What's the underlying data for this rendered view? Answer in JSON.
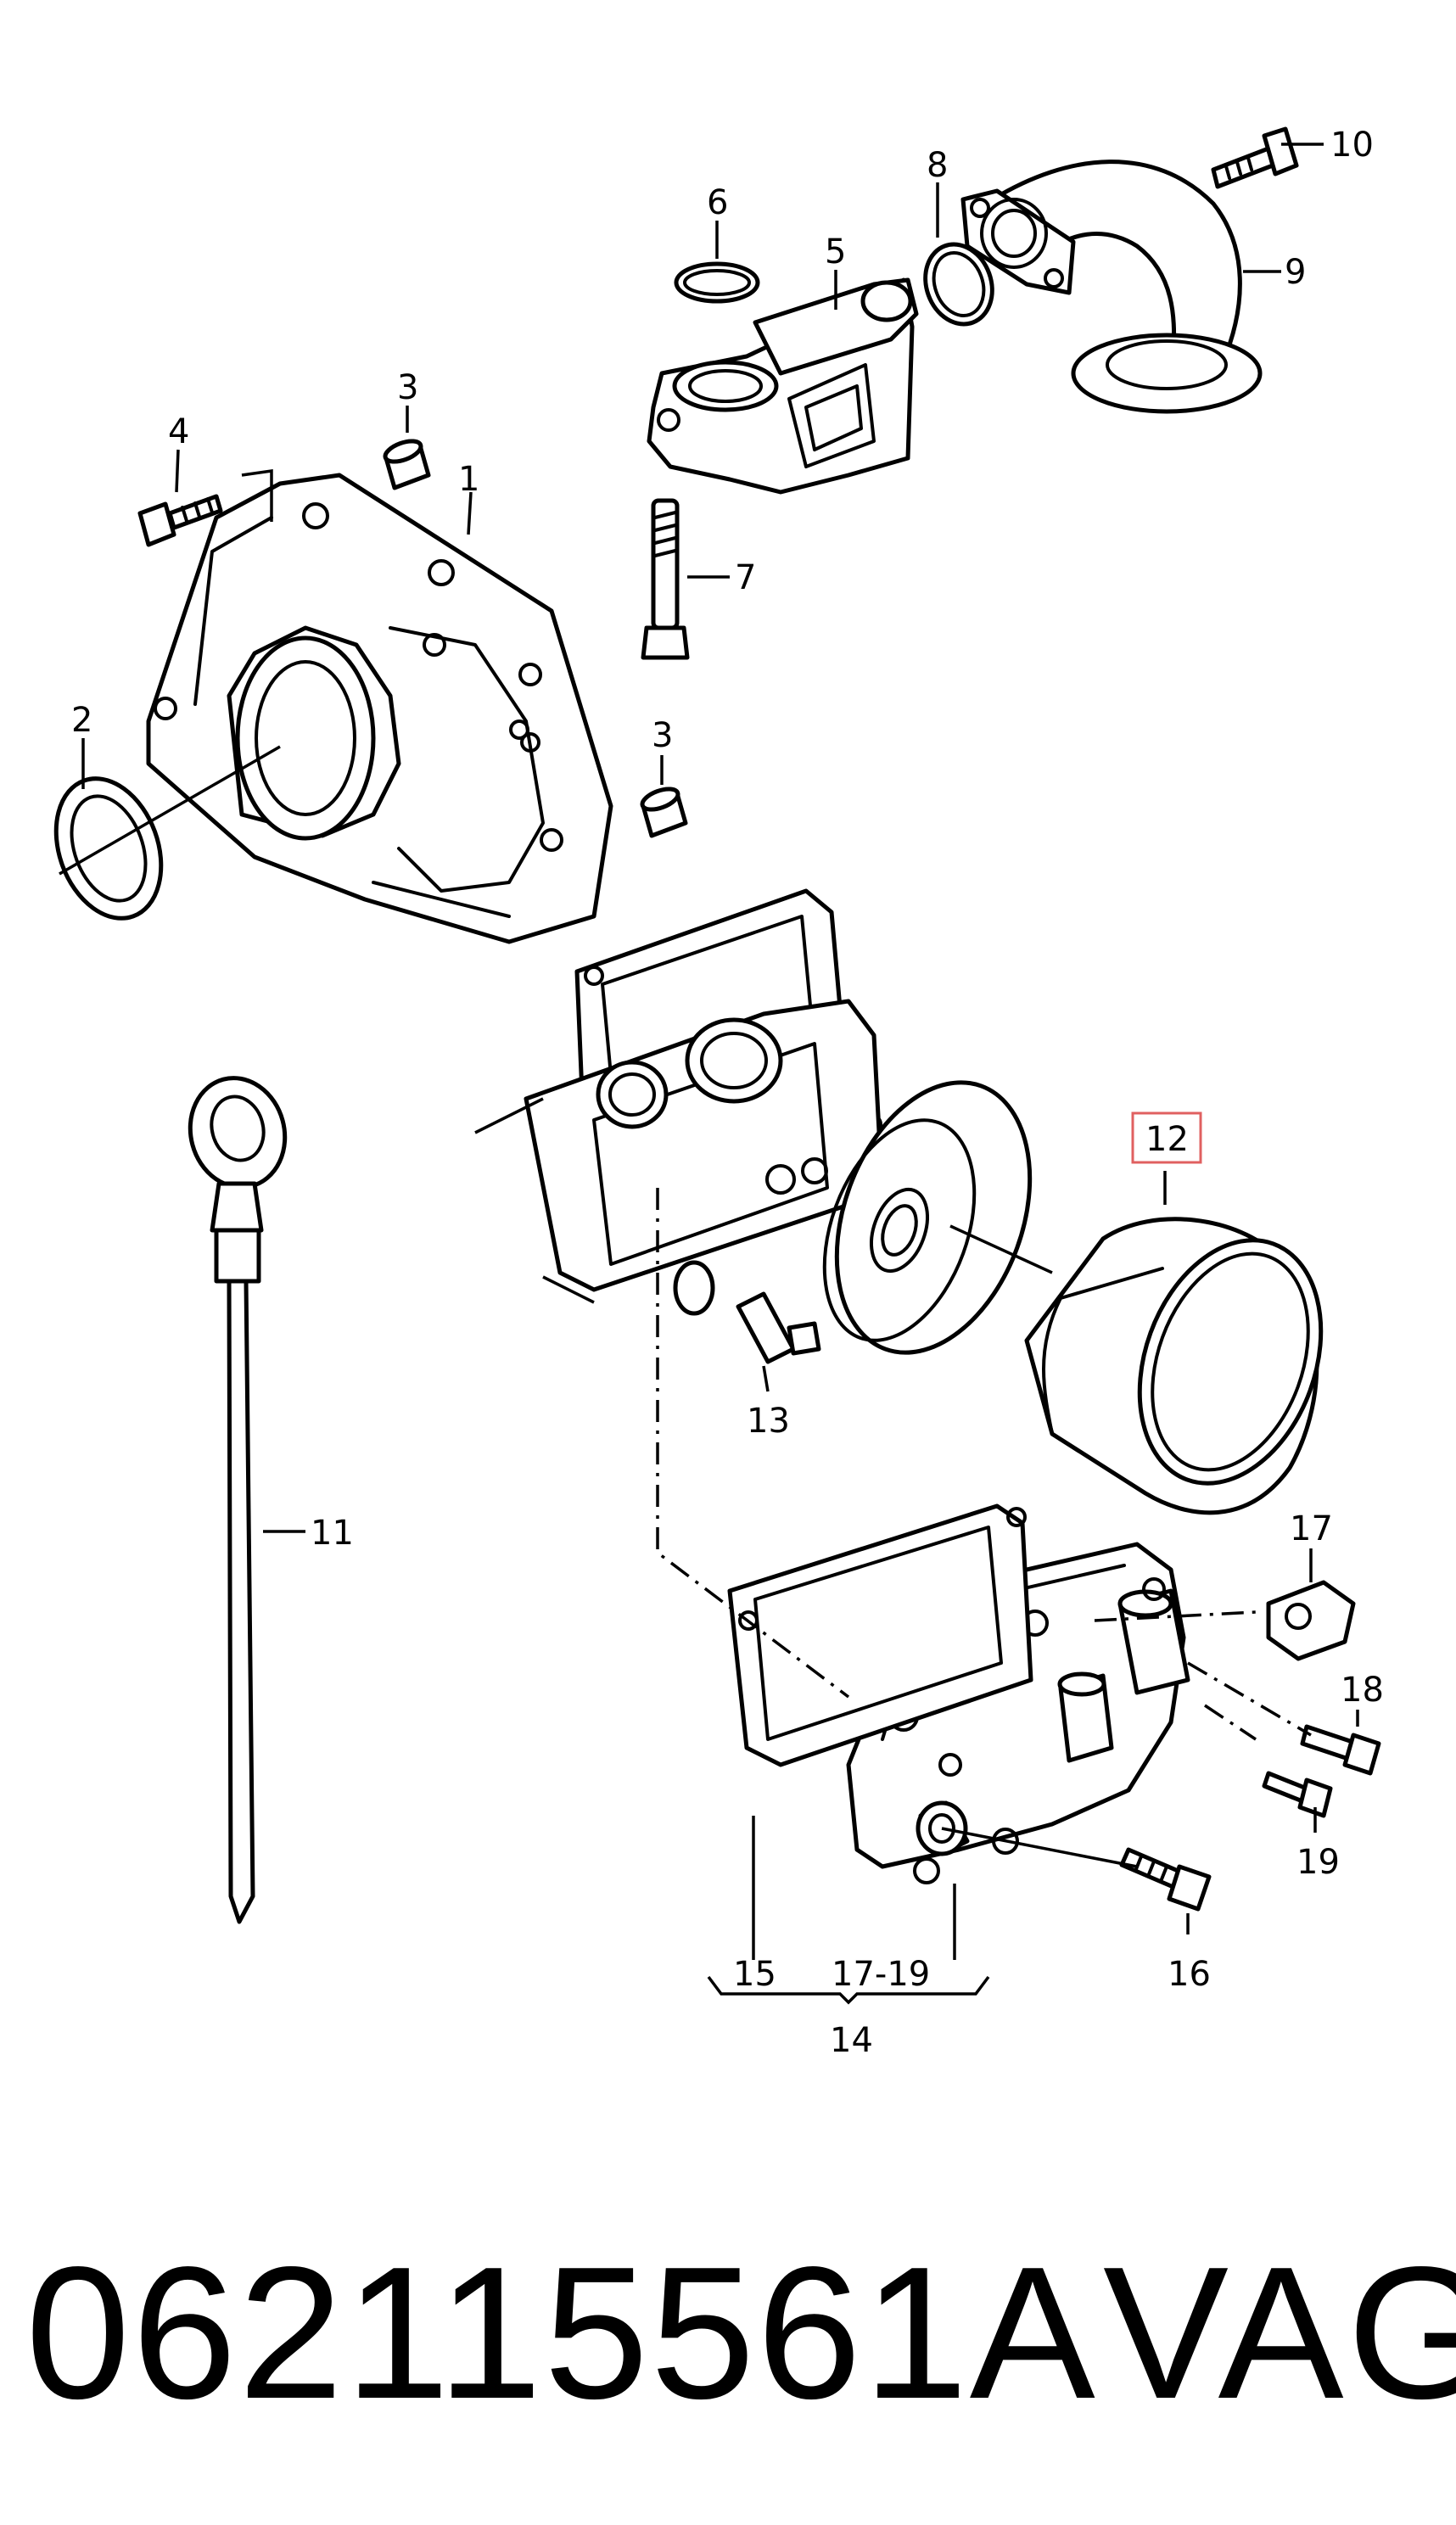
{
  "callouts": {
    "c1": "1",
    "c2": "2",
    "c3a": "3",
    "c3b": "3",
    "c4": "4",
    "c5": "5",
    "c6": "6",
    "c7": "7",
    "c8": "8",
    "c9": "9",
    "c10": "10",
    "c11": "11",
    "c12": "12",
    "c13": "13",
    "c14": "14",
    "c15": "15",
    "c16": "16",
    "c17": "17",
    "c17_19": "17-19",
    "c18": "18",
    "c19": "19"
  },
  "highlight_color": "#e06060",
  "footer": {
    "part_number": "062115561A",
    "brand": "VAG"
  }
}
